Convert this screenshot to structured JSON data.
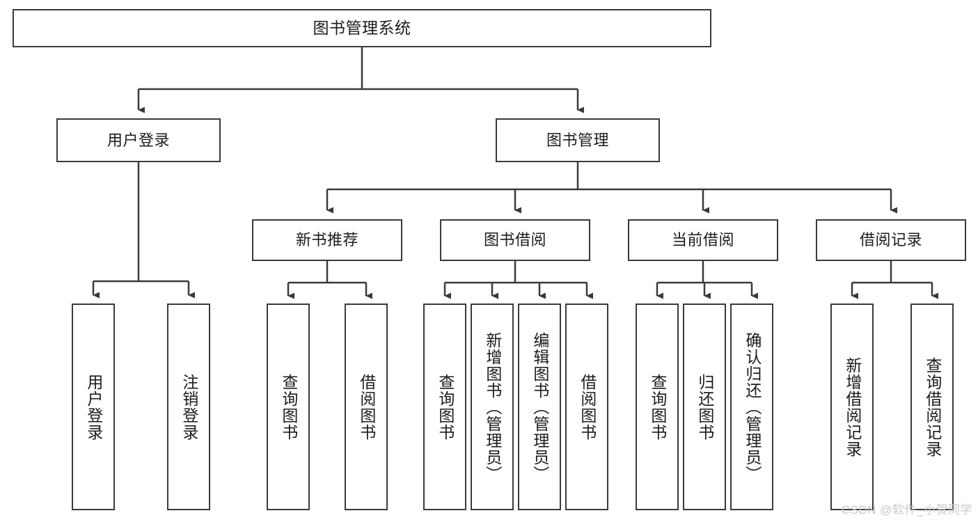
{
  "diagram": {
    "type": "tree-hierarchy-chart",
    "title": "图书管理系统",
    "watermark": "CSDN @软件_小贺同学",
    "colors": {
      "background": "#ffffff",
      "node_border": "#3a3a3a",
      "node_fill": "#ffffff",
      "text": "#1b1b1b",
      "connector": "#3a3a3a",
      "watermark": "#c9c9c9"
    },
    "nodes": {
      "root": {
        "label": "图书管理系统",
        "level": 1,
        "orientation": "horizontal"
      },
      "level2": [
        {
          "id": "user-login",
          "label": "用户登录",
          "orientation": "horizontal"
        },
        {
          "id": "book-management",
          "label": "图书管理",
          "orientation": "horizontal"
        }
      ],
      "level3": [
        {
          "id": "new-book-recommend",
          "label": "新书推荐",
          "orientation": "horizontal",
          "parent": "book-management"
        },
        {
          "id": "book-borrow",
          "label": "图书借阅",
          "orientation": "horizontal",
          "parent": "book-management"
        },
        {
          "id": "current-borrow",
          "label": "当前借阅",
          "orientation": "horizontal",
          "parent": "book-management"
        },
        {
          "id": "borrow-record",
          "label": "借阅记录",
          "orientation": "horizontal",
          "parent": "book-management"
        }
      ],
      "leaves": [
        {
          "id": "leaf-user-login",
          "label": "用户登录",
          "parent": "user-login",
          "orientation": "vertical"
        },
        {
          "id": "leaf-user-logout",
          "label": "注销登录",
          "parent": "user-login",
          "orientation": "vertical"
        },
        {
          "id": "leaf-query-book-1",
          "label": "查询图书",
          "parent": "new-book-recommend",
          "orientation": "vertical"
        },
        {
          "id": "leaf-borrow-book-1",
          "label": "借阅图书",
          "parent": "new-book-recommend",
          "orientation": "vertical"
        },
        {
          "id": "leaf-query-book-2",
          "label": "查询图书",
          "parent": "book-borrow",
          "orientation": "vertical"
        },
        {
          "id": "leaf-add-book",
          "label": "新增图书（管理员）",
          "parent": "book-borrow",
          "orientation": "vertical"
        },
        {
          "id": "leaf-edit-book",
          "label": "编辑图书（管理员）",
          "parent": "book-borrow",
          "orientation": "vertical"
        },
        {
          "id": "leaf-borrow-book-2",
          "label": "借阅图书",
          "parent": "book-borrow",
          "orientation": "vertical"
        },
        {
          "id": "leaf-query-book-3",
          "label": "查询图书",
          "parent": "current-borrow",
          "orientation": "vertical"
        },
        {
          "id": "leaf-return-book",
          "label": "归还图书",
          "parent": "current-borrow",
          "orientation": "vertical"
        },
        {
          "id": "leaf-confirm-return",
          "label": "确认归还（管理员）",
          "parent": "current-borrow",
          "orientation": "vertical"
        },
        {
          "id": "leaf-add-record",
          "label": "新增借阅记录",
          "parent": "borrow-record",
          "orientation": "vertical"
        },
        {
          "id": "leaf-query-record",
          "label": "查询借阅记录",
          "parent": "borrow-record",
          "orientation": "vertical"
        }
      ]
    }
  }
}
